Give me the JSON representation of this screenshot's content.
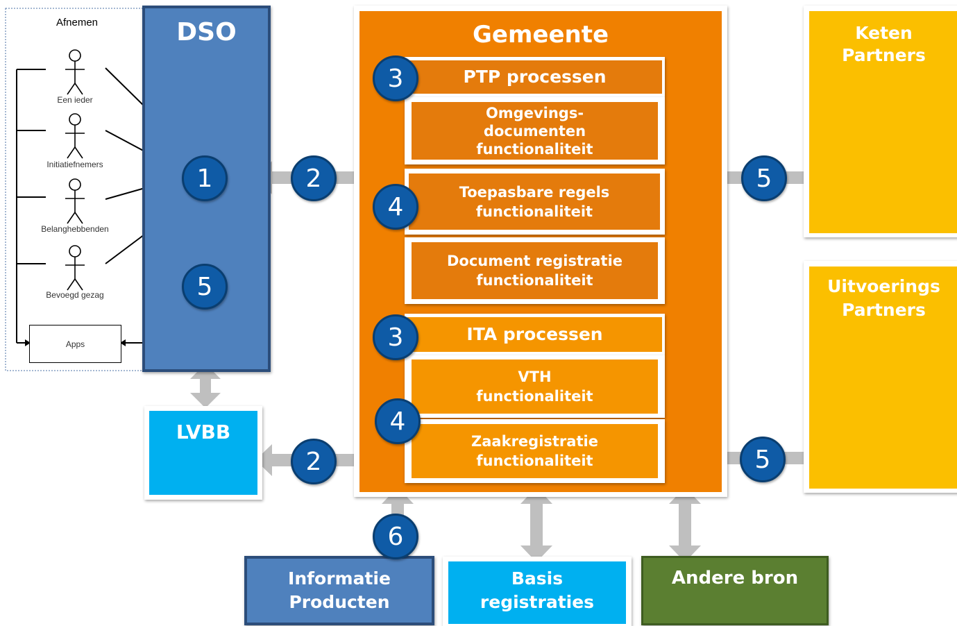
{
  "afnemen": {
    "title": "Afnemen",
    "actors": [
      "Een ieder",
      "Initiatiefnemers",
      "Belanghebbenden",
      "Bevoegd gezag"
    ],
    "apps_label": "Apps"
  },
  "dso": {
    "title": "DSO",
    "badge_top": "1",
    "badge_bottom": "5"
  },
  "lvbb": {
    "title": "LVBB"
  },
  "gemeente": {
    "title": "Gemeente",
    "ptp": {
      "label": "PTP processen",
      "badge": "3"
    },
    "omgevings": {
      "line1": "Omgevings-",
      "line2": "documenten",
      "line3": "functionaliteit"
    },
    "toepasbare": {
      "line1": "Toepasbare regels",
      "line2": "functionaliteit",
      "badge": "4"
    },
    "docreg": {
      "line1": "Document registratie",
      "line2": "functionaliteit"
    },
    "ita": {
      "label": "ITA processen",
      "badge": "3"
    },
    "vth": {
      "line1": "VTH",
      "line2": "functionaliteit"
    },
    "zaak": {
      "line1": "Zaakregistratie",
      "line2": "functionaliteit",
      "badge": "4"
    }
  },
  "keten": {
    "line1": "Keten",
    "line2": "Partners"
  },
  "uitvoerings": {
    "line1": "Uitvoerings",
    "line2": "Partners"
  },
  "arrows": {
    "dso_gemeente_badge": "2",
    "lvbb_gemeente_badge": "2",
    "gemeente_keten_badge": "5",
    "gemeente_uitvoerings_badge": "5",
    "informatie_badge": "6"
  },
  "bottom": {
    "informatie": {
      "line1": "Informatie",
      "line2": "Producten"
    },
    "basis": {
      "line1": "Basis",
      "line2": "registraties"
    },
    "andere": {
      "label": "Andere bron"
    }
  },
  "colors": {
    "dso": "#4f81bd",
    "lvbb": "#00b0f0",
    "gemeente": "#f08000",
    "partners": "#fbbf00",
    "andere": "#5b7f31",
    "badge": "#0f5ba6",
    "arrow": "#bfbfbf"
  }
}
